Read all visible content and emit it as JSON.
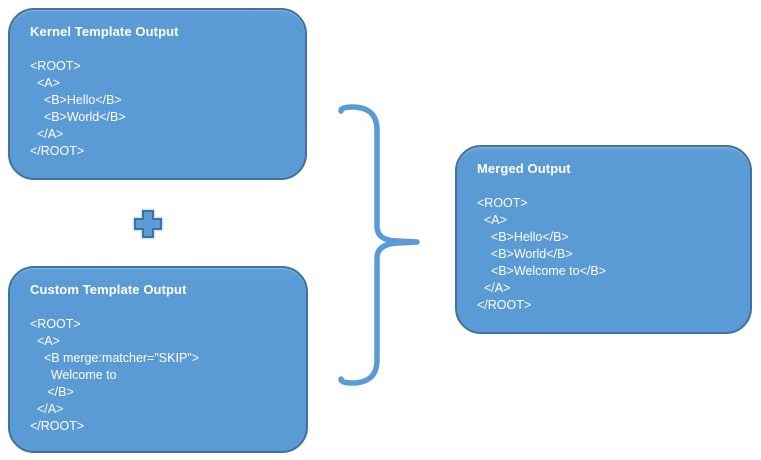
{
  "diagram": {
    "background": "#ffffff",
    "colors": {
      "box_fill": "#5b9bd5",
      "box_border": "#41719c",
      "box_text": "#ffffff",
      "plus_fill": "#5b9bd5",
      "plus_border": "#41719c",
      "plus_halo": "#d9e7f5",
      "brace_stroke": "#5b9bd5"
    },
    "boxes": {
      "kernel": {
        "title": "Kernel Template Output",
        "code": "<ROOT>\n  <A>\n    <B>Hello</B>\n    <B>World</B>\n  </A>\n</ROOT>"
      },
      "custom": {
        "title": "Custom Template Output",
        "code": "<ROOT>\n  <A>\n    <B merge:matcher=\"SKIP\">\n      Welcome to\n     </B>\n  </A>\n</ROOT>"
      },
      "merged": {
        "title": "Merged Output",
        "code": "<ROOT>\n  <A>\n    <B>Hello</B>\n    <B>World</B>\n    <B>Welcome to</B>\n  </A>\n</ROOT>"
      }
    },
    "connectors": {
      "plus": "plus",
      "brace": "right-curly-brace"
    }
  }
}
